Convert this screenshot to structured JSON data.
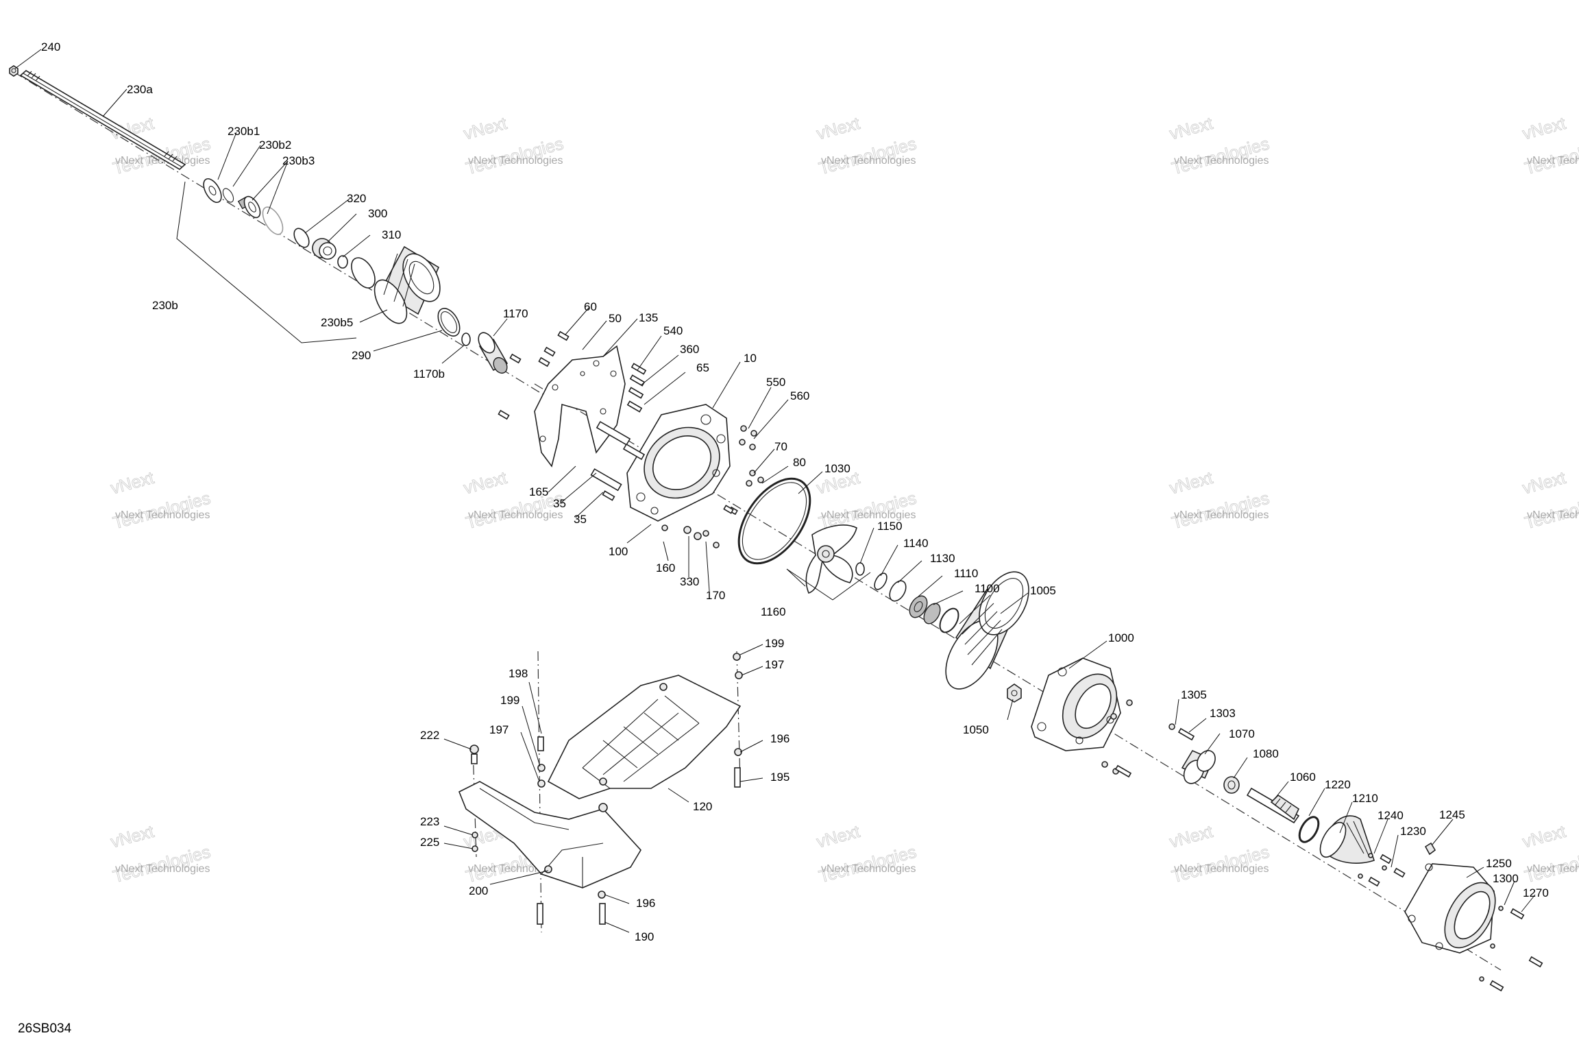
{
  "diagram": {
    "drawing_code": "26SB034",
    "watermark": {
      "line1": "vNext Technologies",
      "line2": "vNext",
      "line3": "Technologies"
    },
    "callouts": [
      "240",
      "230a",
      "230b1",
      "230b2",
      "230b3",
      "320",
      "300",
      "310",
      "230b",
      "230b5",
      "290",
      "1170",
      "1170b",
      "60",
      "50",
      "135",
      "540",
      "360",
      "65",
      "10",
      "550",
      "560",
      "70",
      "80",
      "1030",
      "165",
      "35",
      "35",
      "100",
      "160",
      "330",
      "170",
      "1160",
      "1150",
      "1140",
      "1130",
      "1110",
      "1100",
      "1005",
      "1000",
      "1050",
      "1305",
      "1303",
      "1070",
      "1080",
      "1060",
      "1220",
      "1210",
      "1240",
      "1230",
      "1245",
      "1250",
      "1300",
      "1270",
      "199",
      "197",
      "198",
      "199",
      "197",
      "196",
      "195",
      "222",
      "120",
      "223",
      "225",
      "200",
      "196",
      "190"
    ]
  }
}
